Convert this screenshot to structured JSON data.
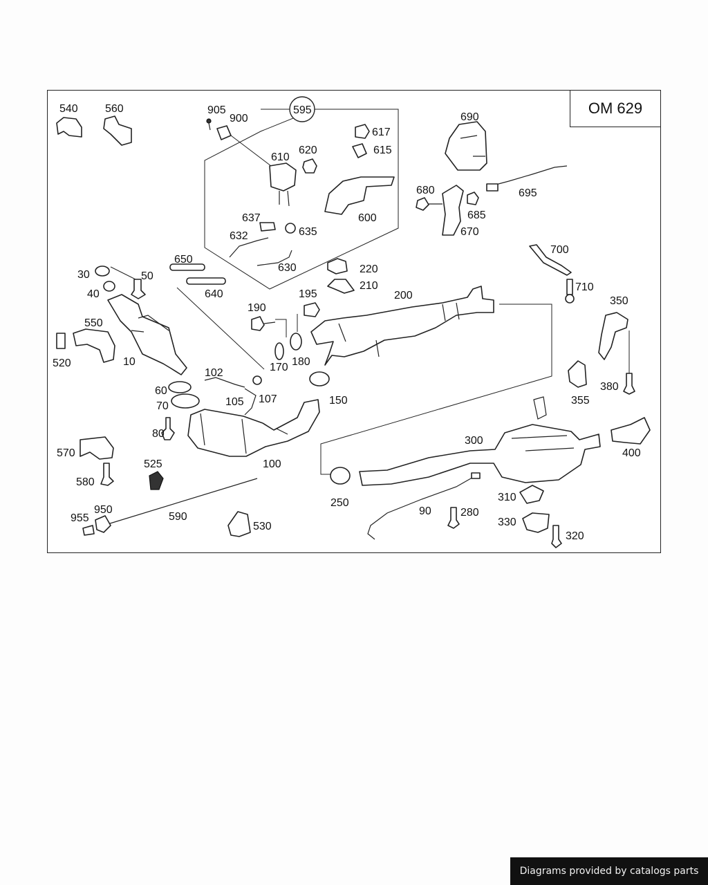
{
  "diagram": {
    "engine_code": "OM 629",
    "callouts": {
      "c10": "10",
      "c30": "30",
      "c40": "40",
      "c50": "50",
      "c60": "60",
      "c70": "70",
      "c80": "80",
      "c90": "90",
      "c100": "100",
      "c102": "102",
      "c105": "105",
      "c107": "107",
      "c150": "150",
      "c170": "170",
      "c180": "180",
      "c190": "190",
      "c195": "195",
      "c200": "200",
      "c210": "210",
      "c220": "220",
      "c250": "250",
      "c280": "280",
      "c300": "300",
      "c310": "310",
      "c320": "320",
      "c330": "330",
      "c350": "350",
      "c355": "355",
      "c380": "380",
      "c400": "400",
      "c520": "520",
      "c525": "525",
      "c530": "530",
      "c540": "540",
      "c550": "550",
      "c560": "560",
      "c570": "570",
      "c580": "580",
      "c590": "590",
      "c595": "595",
      "c600": "600",
      "c610": "610",
      "c615": "615",
      "c617": "617",
      "c620": "620",
      "c630": "630",
      "c632": "632",
      "c635": "635",
      "c637": "637",
      "c640": "640",
      "c650": "650",
      "c670": "670",
      "c680": "680",
      "c685": "685",
      "c690": "690",
      "c695": "695",
      "c700": "700",
      "c710": "710",
      "c900": "900",
      "c905": "905",
      "c950": "950",
      "c955": "955"
    }
  },
  "footer": {
    "credit": "Diagrams provided by catalogs parts"
  }
}
